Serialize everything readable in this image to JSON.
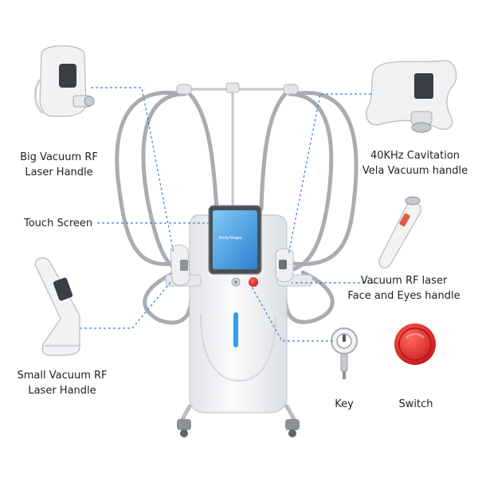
{
  "labels": {
    "big_vacuum": [
      "Big Vacuum RF",
      "Laser Handle"
    ],
    "cavitation": [
      "40KHz Cavitation",
      "Vela Vacuum handle"
    ],
    "touch_screen": "Touch Screen",
    "face_eyes": [
      "Vacuum RF laser",
      "Face and Eyes handle"
    ],
    "small_vacuum": [
      "Small Vacuum RF",
      "Laser Handle"
    ],
    "key": "Key",
    "switch": "Switch"
  },
  "colors": {
    "leader": "#3d7fd6",
    "switch_red": "#e02a2a",
    "screen_blue": "#2f9df0",
    "body": "#f3f4f6",
    "tube": "#a9acb1"
  }
}
